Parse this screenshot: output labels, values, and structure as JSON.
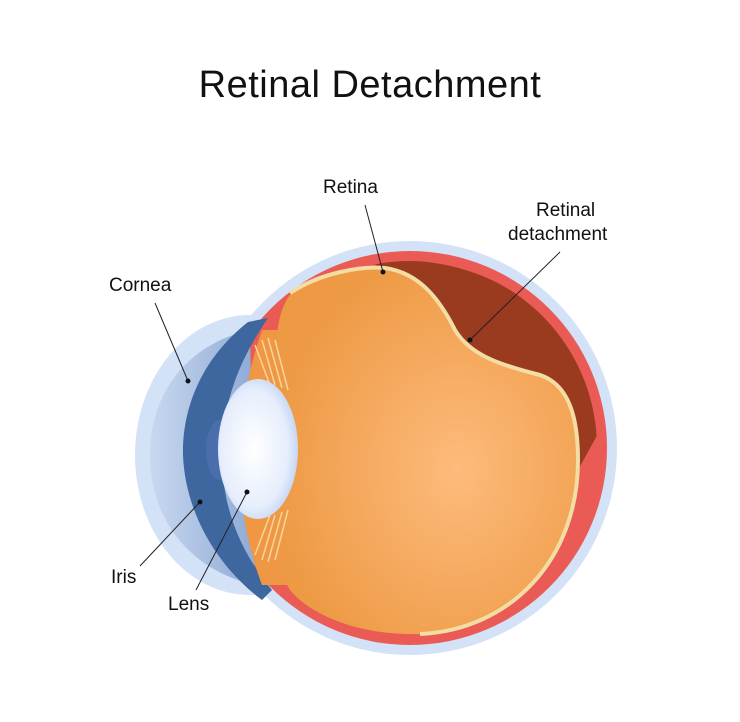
{
  "title": "Retinal Detachment",
  "labels": {
    "retina": "Retina",
    "retinal_detachment_line1": "Retinal",
    "retinal_detachment_line2": "detachment",
    "cornea": "Cornea",
    "iris": "Iris",
    "lens": "Lens"
  },
  "colors": {
    "halo": "#d3e2f7",
    "sclera": "#ea5b55",
    "detached": "#9a3a1f",
    "vitreous": "#f6a65e",
    "retina": "#f2dda3",
    "iris": "#3e679f",
    "cornea": "#b9cdea"
  }
}
